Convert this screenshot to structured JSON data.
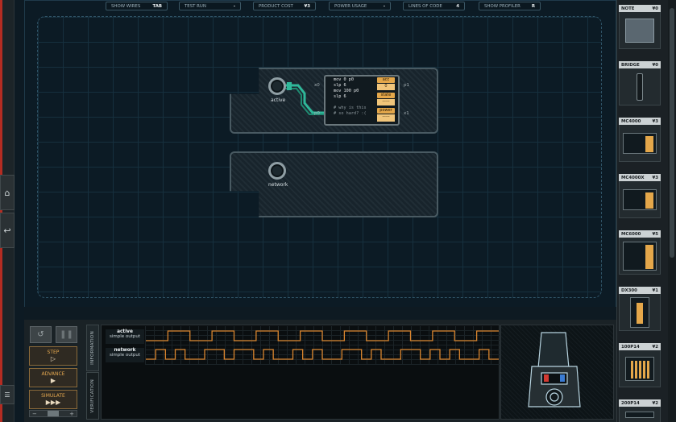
{
  "board": {
    "pins": [
      {
        "label": "active"
      },
      {
        "label": "network"
      }
    ],
    "chip": {
      "code_lines": [
        "mov 0 p0",
        "slp 6",
        "mov 100 p0",
        "slp 6",
        ""
      ],
      "comment_lines": [
        "# why is this",
        "# so hard? :("
      ],
      "registers": [
        {
          "name": "acc",
          "value": "0"
        },
        {
          "name": "state",
          "value": "-----"
        },
        {
          "name": "power",
          "value": "-----"
        }
      ],
      "ports": {
        "x0": "x0",
        "p0_left": "p0",
        "p1": "p1",
        "x1": "x1"
      }
    }
  },
  "statusbar": [
    {
      "label": "SHOW WIRES",
      "value": "TAB"
    },
    {
      "label": "TEST RUN",
      "value": "-"
    },
    {
      "label": "PRODUCT COST",
      "value": "¥3"
    },
    {
      "label": "POWER USAGE",
      "value": "-"
    },
    {
      "label": "LINES OF CODE",
      "value": "4"
    },
    {
      "label": "SHOW PROFILER",
      "value": "R"
    }
  ],
  "controls": {
    "step": "STEP",
    "step_glyph": "▷",
    "advance": "ADVANCE",
    "advance_glyph": "▶",
    "simulate": "SIMULATE",
    "simulate_glyph": "▶▶▶",
    "undo_glyph": "↺",
    "pause_glyph": "❚❚",
    "minus": "−",
    "plus": "+"
  },
  "tabs": {
    "information": "INFORMATION",
    "verification": "VERIFICATION"
  },
  "signals": [
    {
      "name": "active",
      "type": "simple output",
      "wave": [
        0,
        1,
        0,
        1,
        0,
        1,
        0,
        1,
        0,
        1,
        0,
        1,
        0,
        1,
        0,
        1
      ]
    },
    {
      "name": "network",
      "type": "simple output",
      "wave": [
        0,
        1,
        0,
        1,
        0,
        0,
        1,
        1,
        0,
        1,
        1,
        0,
        1,
        0,
        0,
        1,
        0,
        1,
        0,
        0,
        1,
        1,
        0,
        1,
        0,
        0,
        1,
        1,
        0,
        1,
        0,
        1,
        0,
        0,
        1,
        0
      ]
    }
  ],
  "left_icons": [
    "home-icon",
    "back-icon"
  ],
  "parts": [
    {
      "name": "NOTE",
      "cost": "¥0"
    },
    {
      "name": "BRIDGE",
      "cost": "¥0"
    },
    {
      "name": "MC4000",
      "cost": "¥3"
    },
    {
      "name": "MC4000X",
      "cost": "¥3"
    },
    {
      "name": "MC6000",
      "cost": "¥5"
    },
    {
      "name": "DX300",
      "cost": "¥1"
    },
    {
      "name": "100P14",
      "cost": "¥2"
    },
    {
      "name": "200P14",
      "cost": "¥2"
    }
  ],
  "colors": {
    "accent": "#e4a74a",
    "wire": "#2fb89a",
    "waveform": "#d9852e",
    "sidebar_red": "#b42c22"
  }
}
